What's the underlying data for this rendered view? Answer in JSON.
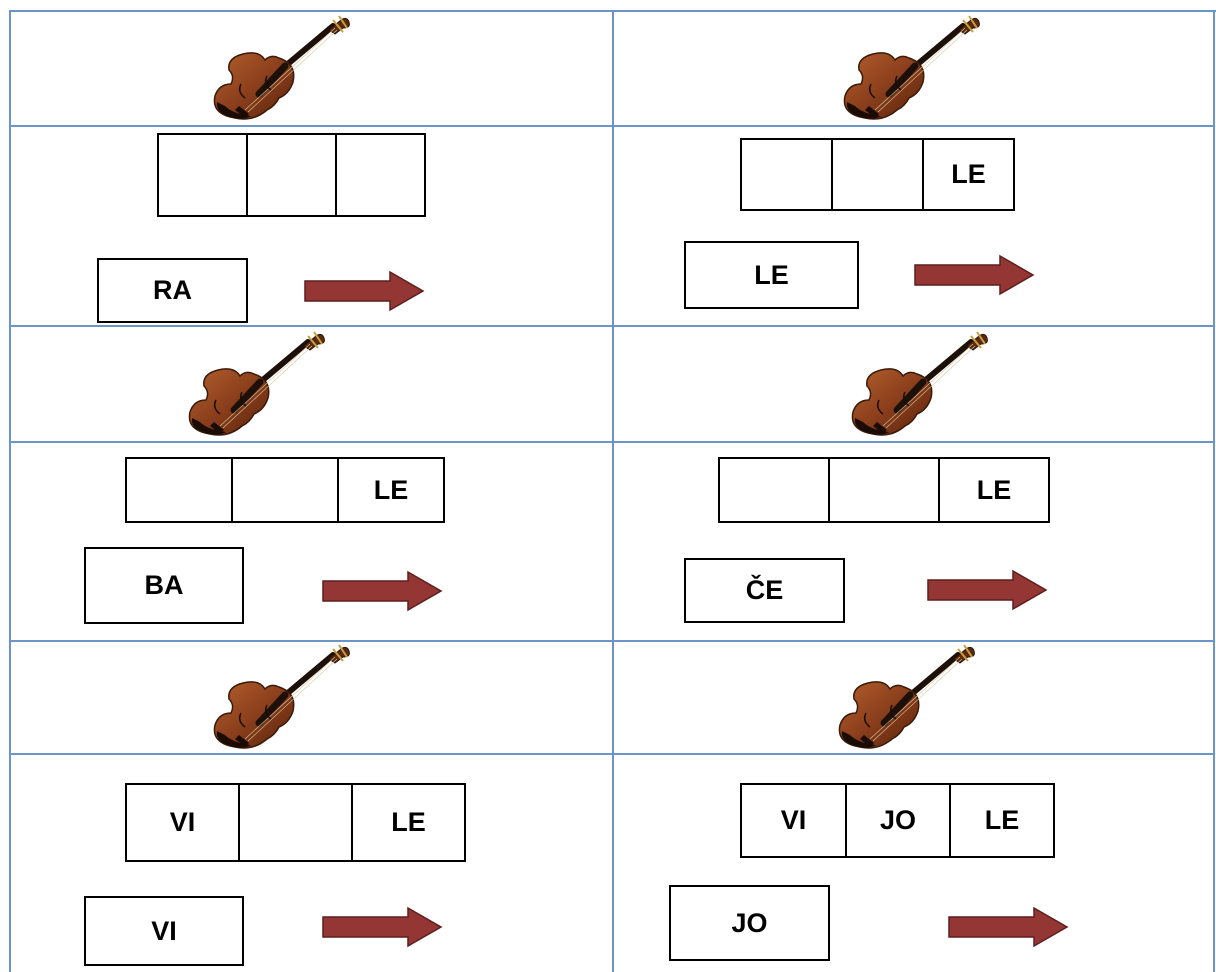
{
  "colors": {
    "grid_line": "#6b95c8",
    "arrow_fill": "#943634",
    "arrow_stroke": "#5c1f1e",
    "violin_body": "#8b3f1c",
    "violin_dark": "#2a1408"
  },
  "icons": {
    "instrument": "violin-icon",
    "direction": "arrow-right-icon"
  },
  "exercises": [
    {
      "slots": [
        "",
        "",
        ""
      ],
      "given": "RA"
    },
    {
      "slots": [
        "",
        "",
        "LE"
      ],
      "given": "LE"
    },
    {
      "slots": [
        "",
        "",
        "LE"
      ],
      "given": "BA"
    },
    {
      "slots": [
        "",
        "",
        "LE"
      ],
      "given": "ČE"
    },
    {
      "slots": [
        "VI",
        "",
        "LE"
      ],
      "given": "VI"
    },
    {
      "slots": [
        "VI",
        "JO",
        "LE"
      ],
      "given": "JO"
    }
  ]
}
